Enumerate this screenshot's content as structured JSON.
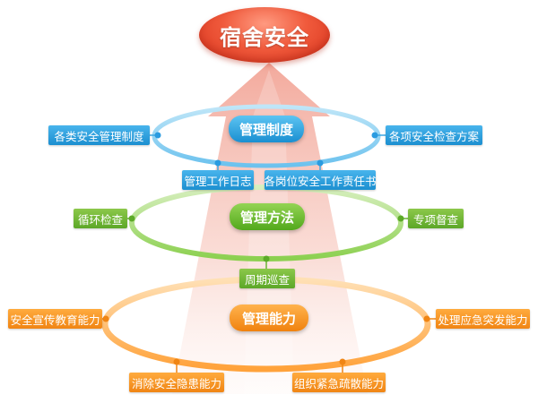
{
  "title": "宿舍安全",
  "levels": {
    "top": {
      "label": "管理制度",
      "left_tag": "各类安全管理制度",
      "right_tag": "各项安全检查方案",
      "bottom_tags": [
        "管理工作日志",
        "各岗位安全工作责任书"
      ]
    },
    "middle": {
      "label": "管理方法",
      "left_tag": "循环检查",
      "right_tag": "专项督查",
      "bottom_tags": [
        "周期巡查"
      ]
    },
    "bottom": {
      "label": "管理能力",
      "left_tag": "安全宣传教育能力",
      "right_tag": "处理应急突发能力",
      "bottom_tags": [
        "消除安全隐患能力",
        "组织紧急疏散能力"
      ]
    }
  },
  "colors": {
    "title": "#e8452a",
    "top": "#1a8fd1",
    "middle": "#5ca728",
    "bottom": "#f08514",
    "arrow": "#f5b5a8"
  }
}
